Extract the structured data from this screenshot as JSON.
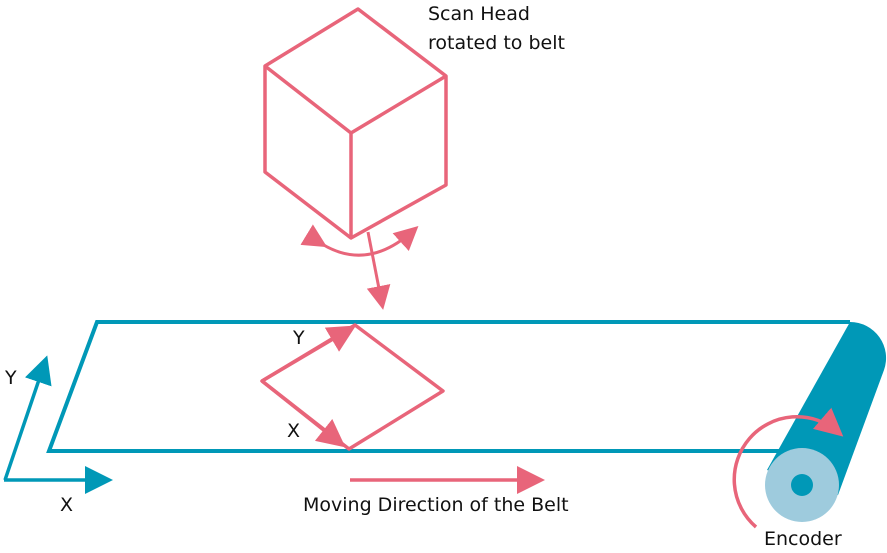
{
  "labels": {
    "scan_head_line1": "Scan Head",
    "scan_head_line2": "rotated to belt",
    "field_y": "Y",
    "field_x": "X",
    "axis_y": "Y",
    "axis_x": "X",
    "moving_direction": "Moving Direction of the Belt",
    "encoder": "Encoder"
  },
  "colors": {
    "pink": "#e8657a",
    "teal": "#0098b7",
    "light_blue": "#9ecbdd"
  }
}
